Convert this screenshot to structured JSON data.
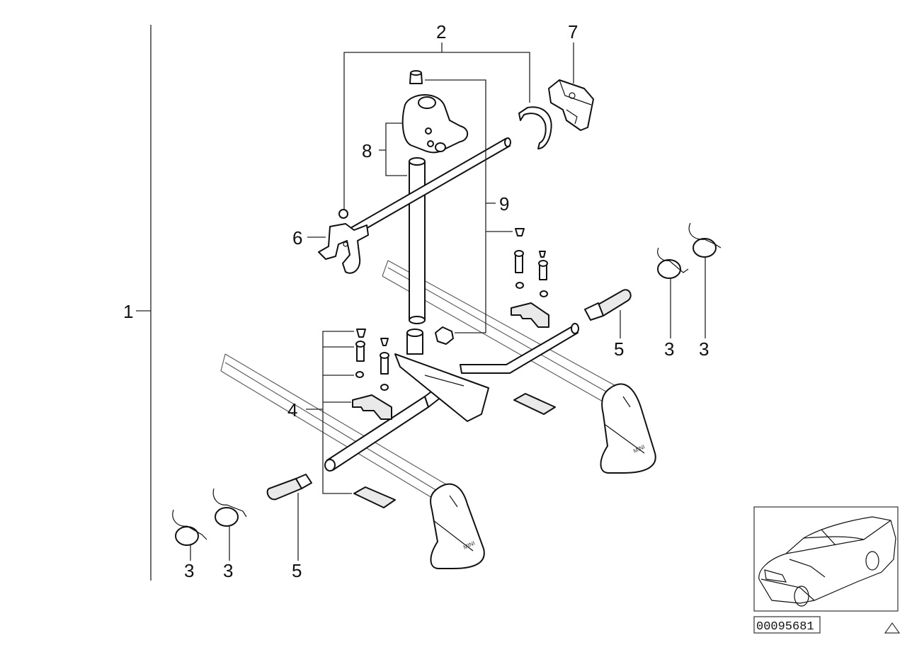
{
  "callouts": {
    "c1": "1",
    "c2": "2",
    "c3": "3",
    "c4": "4",
    "c5": "5",
    "c6": "6",
    "c7": "7",
    "c8": "8",
    "c9": "9"
  },
  "reference_code": "00095681",
  "icons": {
    "corner_triangle": "triangle-outline-icon"
  },
  "colors": {
    "line": "#111111",
    "background": "#ffffff",
    "shade": "#e9e9e9"
  }
}
